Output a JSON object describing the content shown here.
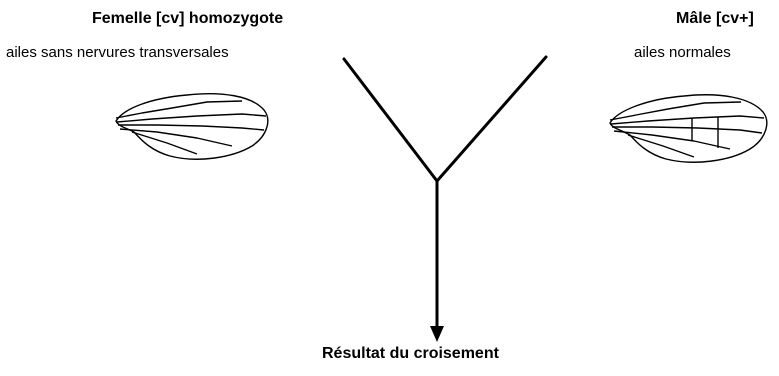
{
  "female": {
    "title": "Femelle [cv] homozygote",
    "phenotype": "ailes sans nervures transversales"
  },
  "male": {
    "title": "Mâle [cv+]",
    "phenotype": "ailes normales"
  },
  "result": "Résultat du croisement"
}
